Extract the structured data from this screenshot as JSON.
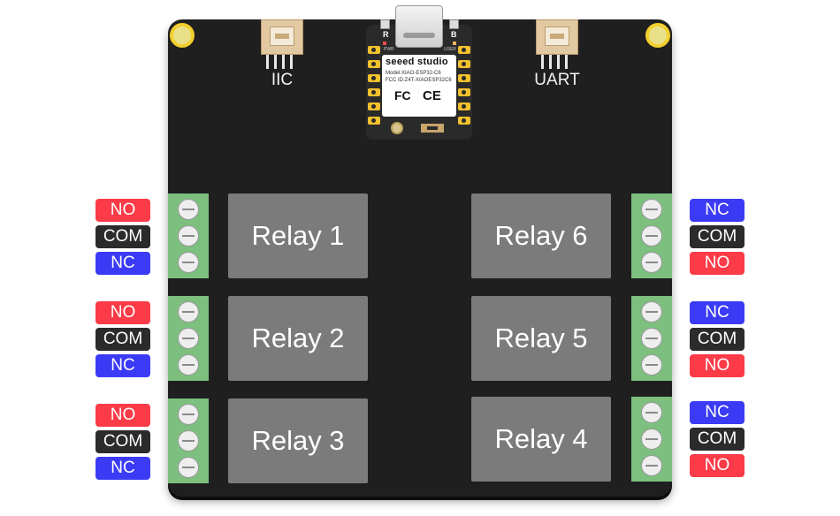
{
  "connectors": [
    {
      "id": "iic",
      "label": "IIC"
    },
    {
      "id": "uart",
      "label": "UART"
    }
  ],
  "xiao": {
    "brand": "seeed studio",
    "model": "Model:XIAO-ESP32-C6",
    "fcc": "FCC ID:Z4T-XIAOESP32C6",
    "fc_mark": "FC",
    "ce_mark": "CE",
    "r_label": "R",
    "b_label": "B",
    "pwr_label": "PWR",
    "user_label": "USER"
  },
  "relays": [
    {
      "name": "Relay 1"
    },
    {
      "name": "Relay 2"
    },
    {
      "name": "Relay 3"
    },
    {
      "name": "Relay 6"
    },
    {
      "name": "Relay 5"
    },
    {
      "name": "Relay 4"
    }
  ],
  "left_labels": [
    [
      "NO",
      "COM",
      "NC"
    ],
    [
      "NO",
      "COM",
      "NC"
    ],
    [
      "NO",
      "COM",
      "NC"
    ]
  ],
  "right_labels": [
    [
      "NC",
      "COM",
      "NO"
    ],
    [
      "NC",
      "COM",
      "NO"
    ],
    [
      "NC",
      "COM",
      "NO"
    ]
  ],
  "colors": {
    "NO": "#fb3b47",
    "COM": "#2b2b2b",
    "NC": "#3b3bf5",
    "board": "#1f1f1f",
    "terminal": "#7cbf7f",
    "relay": "#7b7b7b"
  }
}
